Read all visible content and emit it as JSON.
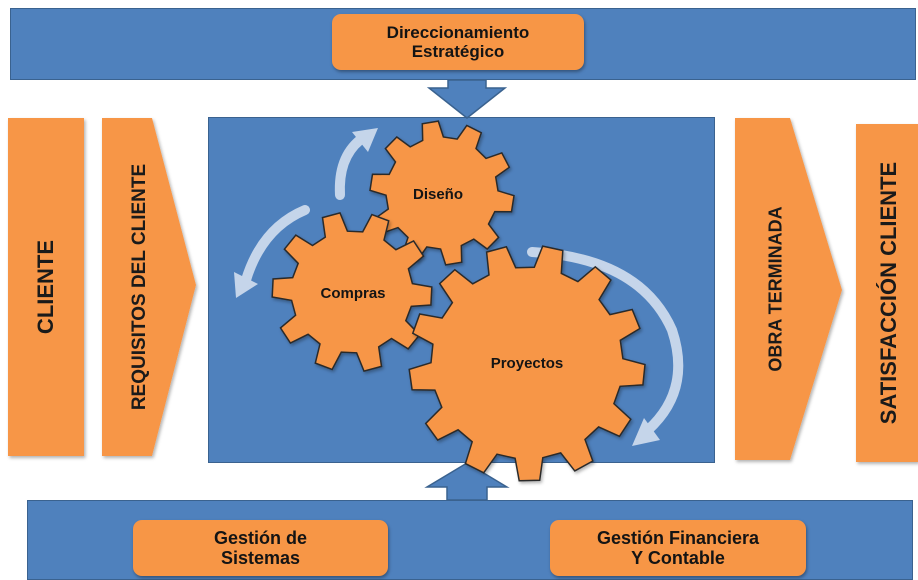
{
  "top": {
    "title_line1": "Direccionamiento",
    "title_line2": "Estratégico"
  },
  "left": {
    "cliente": "CLIENTE",
    "requisitos": "REQUISITOS DEL CLIENTE"
  },
  "right": {
    "obra": "OBRA TERMINADA",
    "satisfaccion": "SATISFACCIÓN CLIENTE"
  },
  "gears": {
    "diseno": "Diseño",
    "compras": "Compras",
    "proyectos": "Proyectos"
  },
  "bottom": {
    "sistemas_line1": "Gestión de",
    "sistemas_line2": "Sistemas",
    "financiera_line1": "Gestión Financiera",
    "financiera_line2": "Y Contable"
  },
  "colors": {
    "blue": "#4f81bd",
    "orange": "#f79646",
    "arrow": "#c5d5ea"
  }
}
